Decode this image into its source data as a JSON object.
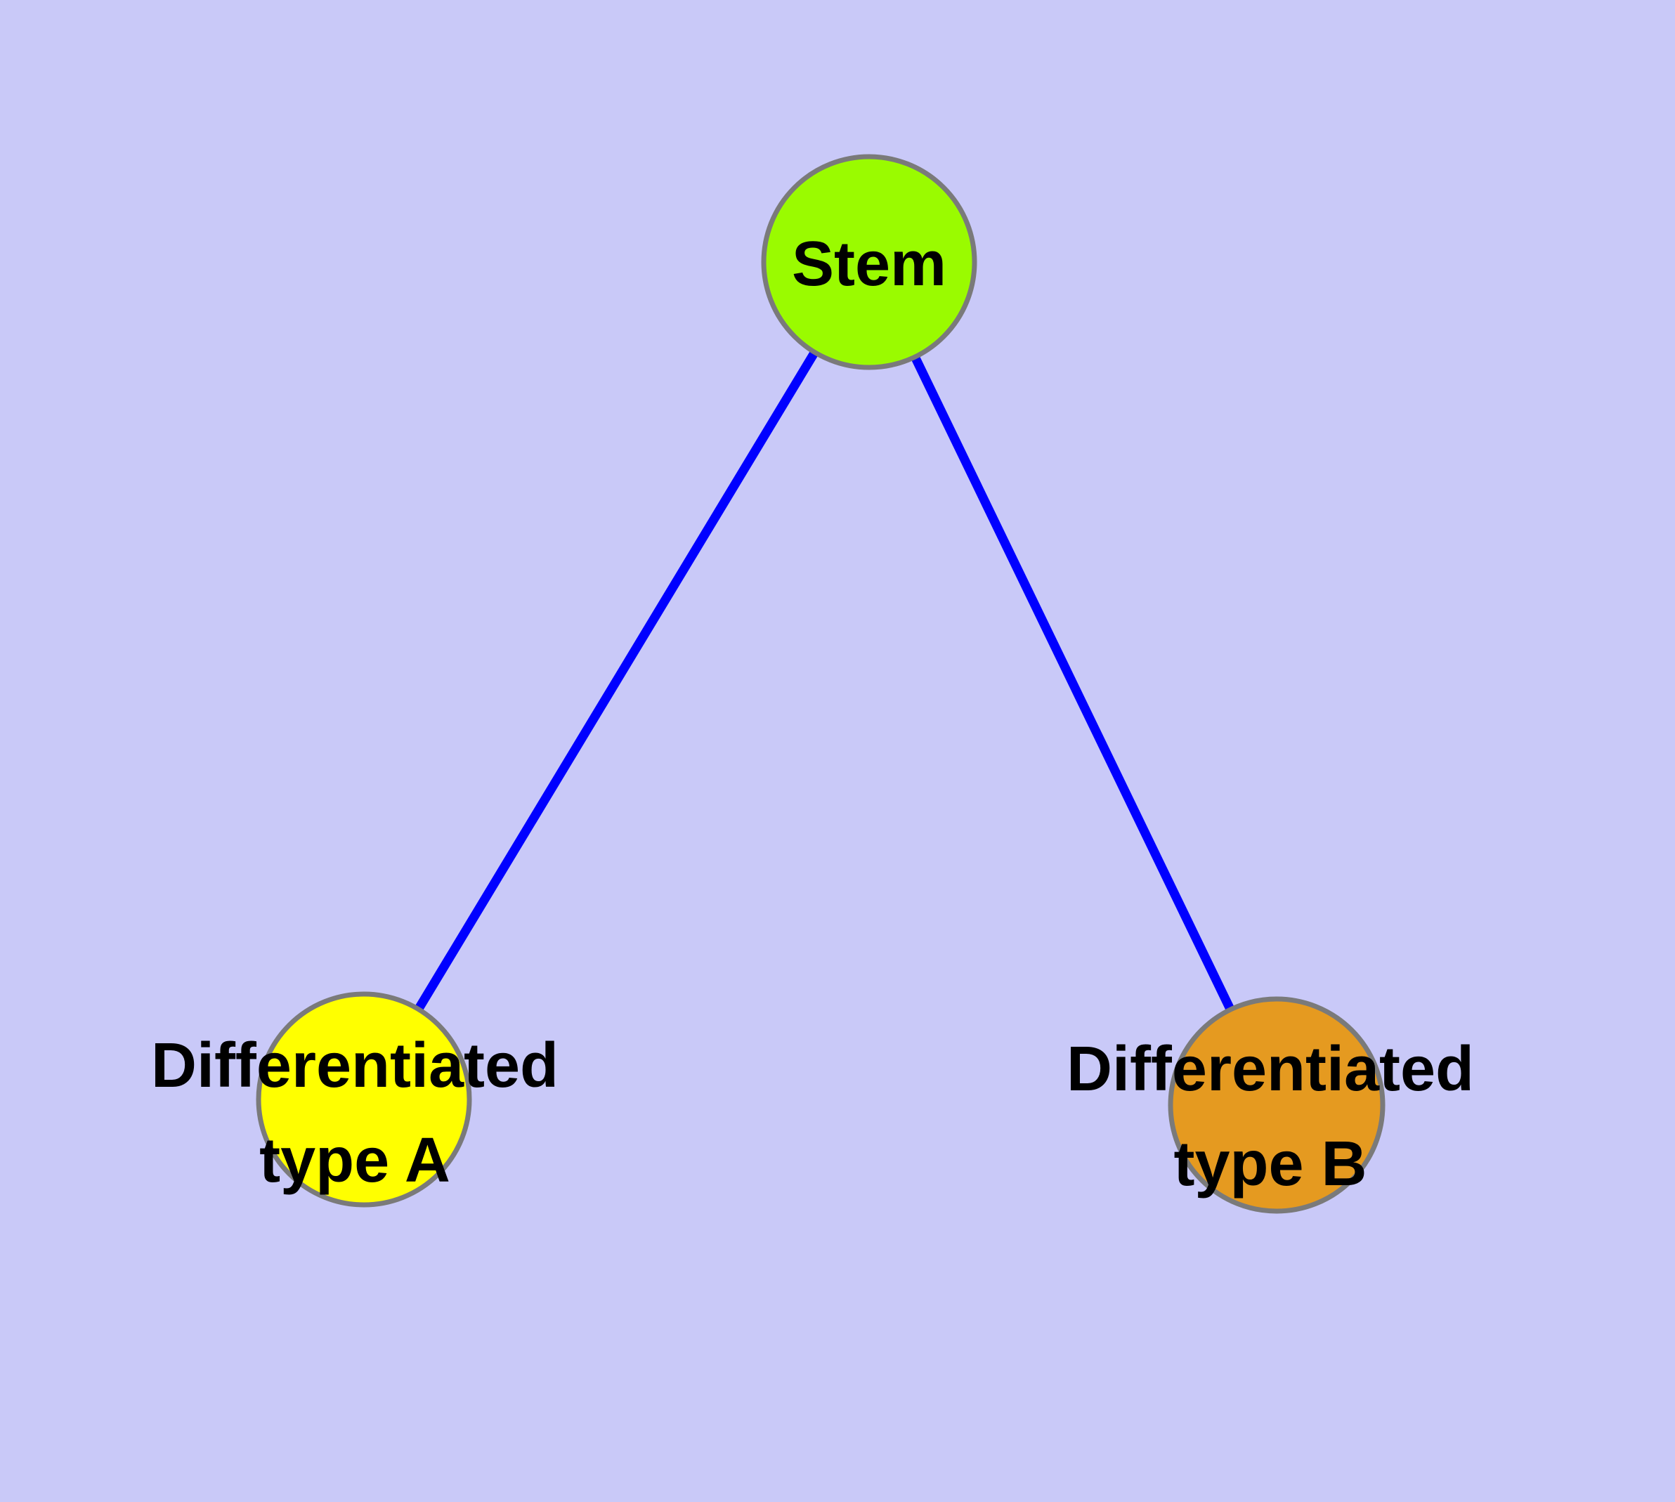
{
  "colors": {
    "background": "#C9C9F8",
    "edge": "#0000FF",
    "node_border": "#7A7A7A",
    "label": "#000000",
    "node_stem": "#9AFB00",
    "node_type_a": "#FFFF00",
    "node_type_b": "#E59A20"
  },
  "nodes": {
    "stem": {
      "label": "Stem"
    },
    "type_a": {
      "label_line1": "Differentiated",
      "label_line2": "type A"
    },
    "type_b": {
      "label_line1": "Differentiated",
      "label_line2": "type B"
    }
  },
  "edges": [
    {
      "from": "Stem",
      "to": "Differentiated type A"
    },
    {
      "from": "Stem",
      "to": "Differentiated type B"
    }
  ]
}
